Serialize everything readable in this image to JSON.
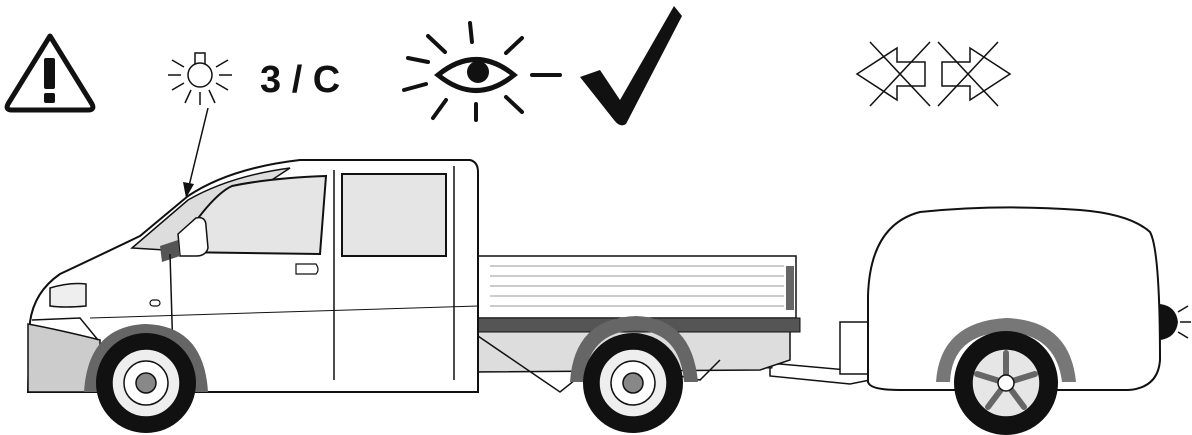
{
  "illustration": {
    "code_text": "3 / C",
    "colors": {
      "ink": "#111111",
      "grey_dark": "#666666",
      "grey_light": "#cccccc",
      "background": "#ffffff"
    },
    "icons": [
      "warning-triangle-icon",
      "bulb-icon",
      "eye-check-icon",
      "checkmark-icon",
      "no-turn-signal-left-icon",
      "no-turn-signal-right-icon"
    ],
    "parts": [
      "pickup-truck",
      "trailer",
      "tow-bar",
      "trailer-rear-light"
    ]
  }
}
